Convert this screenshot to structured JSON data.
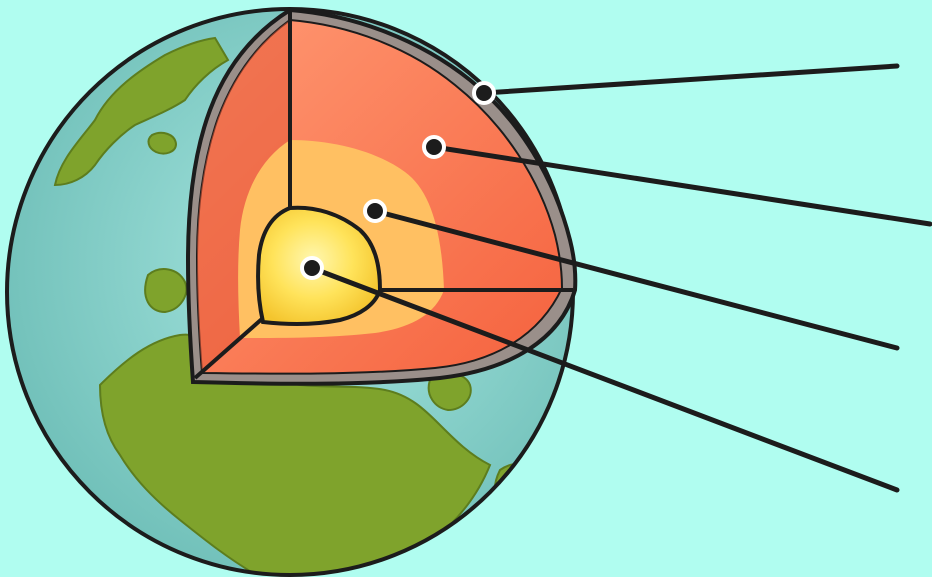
{
  "colors": {
    "background": "#b0fdf0",
    "ocean": "#8fd5cf",
    "land": "#7fa32c",
    "crust": "#9a8f8a",
    "mantle": "#fb7a54",
    "outer_core": "#ffc062",
    "inner_core": "#ffe35a",
    "outline": "#1c1c1c"
  },
  "diagram": {
    "type": "labelled-cutaway",
    "layers": [
      {
        "id": "crust",
        "label": "",
        "pointer_icon": "pointer-dot-icon"
      },
      {
        "id": "mantle",
        "label": "",
        "pointer_icon": "pointer-dot-icon"
      },
      {
        "id": "outer-core",
        "label": "",
        "pointer_icon": "pointer-dot-icon"
      },
      {
        "id": "inner-core",
        "label": "",
        "pointer_icon": "pointer-dot-icon"
      }
    ]
  }
}
